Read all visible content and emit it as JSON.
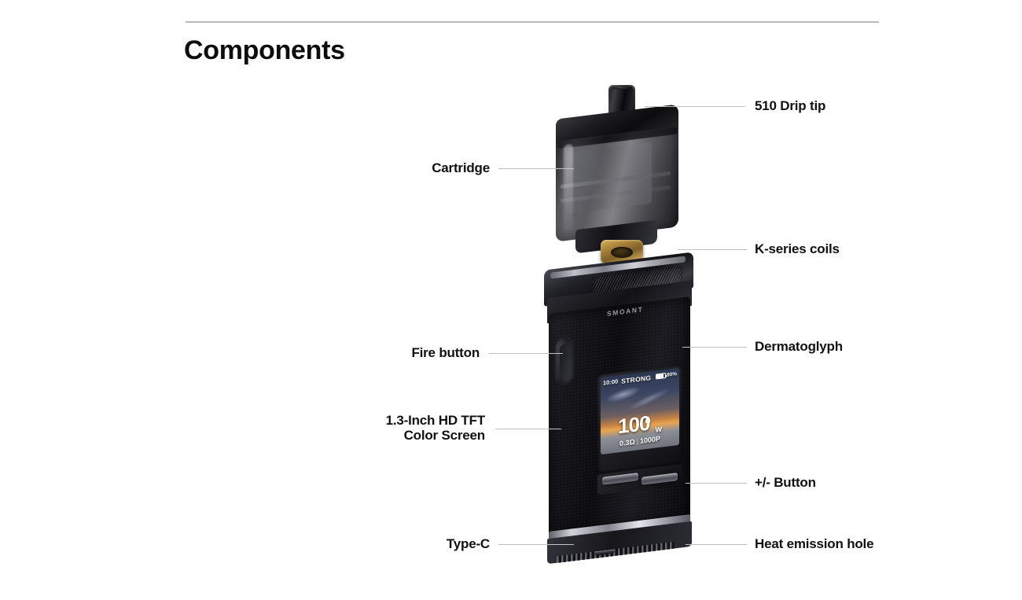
{
  "header": {
    "title": "Components"
  },
  "callouts": {
    "right": [
      {
        "id": "drip-tip",
        "label": "510 Drip tip"
      },
      {
        "id": "coils",
        "label": "K-series coils"
      },
      {
        "id": "dermatoglyph",
        "label": "Dermatoglyph"
      },
      {
        "id": "plus-minus",
        "label": "+/- Button"
      },
      {
        "id": "heat-hole",
        "label": "Heat emission hole"
      }
    ],
    "left": [
      {
        "id": "cartridge",
        "label": "Cartridge"
      },
      {
        "id": "fire-button",
        "label": "Fire button"
      },
      {
        "id": "screen",
        "label": "1.3-Inch HD TFT\nColor Screen"
      },
      {
        "id": "type-c",
        "label": "Type-C"
      }
    ]
  },
  "device": {
    "brand": "SMOANT",
    "screen": {
      "time": "10:00",
      "mode": "STRONG",
      "battery_percent": "80%",
      "wattage": "100",
      "wattage_unit": "W",
      "resistance": "0.3Ω",
      "divider": "|",
      "puffs": "1000P"
    }
  },
  "colors": {
    "rule": "#b9b9b9",
    "leader": "#c2c2c2",
    "text": "#111111",
    "coil_gold": "#c8a452",
    "screen_sunset": "#e8a552"
  }
}
